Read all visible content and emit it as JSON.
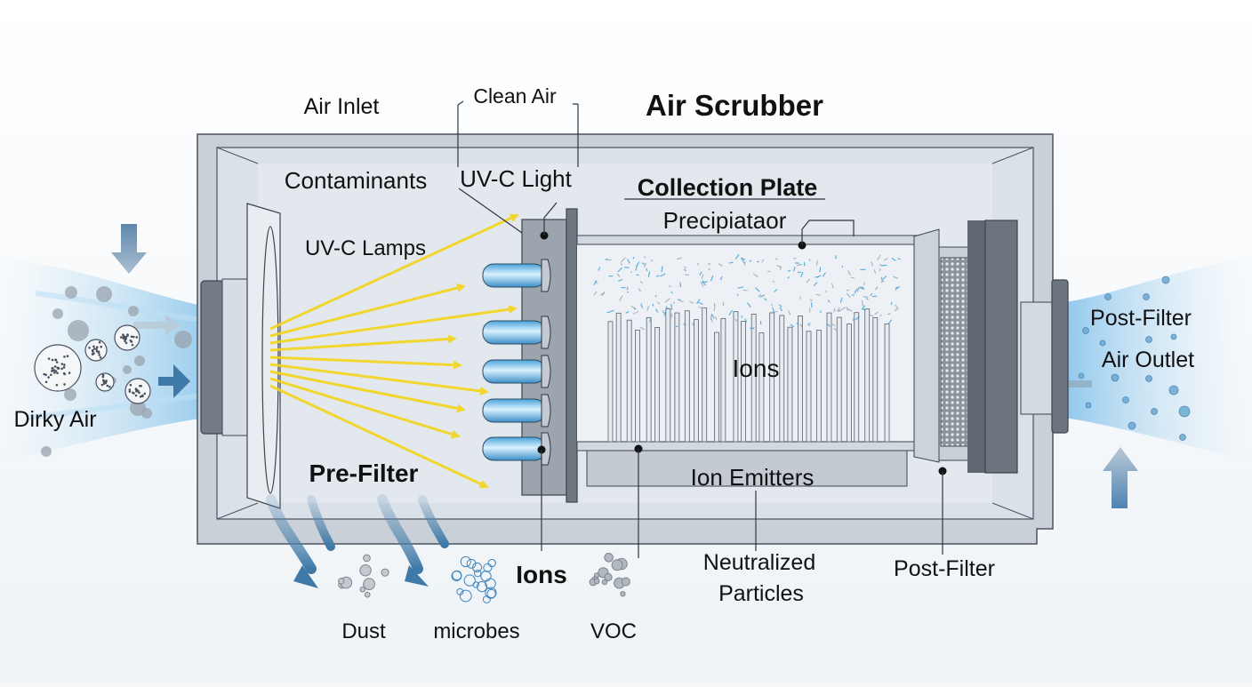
{
  "title": "Air Scrubber",
  "labels": {
    "air_inlet": "Air Inlet",
    "clean_air": "Clean Air",
    "contaminants": "Contaminants",
    "uvc_light": "UV-C Light",
    "collection_plate": "Collection Plate",
    "precipitator": "Precipiataor",
    "uvc_lamps": "UV-C Lamps",
    "pre_filter": "Pre-Filter",
    "ions_center": "Ions",
    "ion_emitters": "Ion Emitters",
    "post_filter_right": "Post-Filter",
    "air_outlet": "Air Outlet",
    "dirty_air": "Dirky Air",
    "neutralized_line1": "Neutralized",
    "neutralized_line2": "Particles",
    "post_filter_bottom": "Post-Filter"
  },
  "contaminant_types": [
    {
      "label": "Dust"
    },
    {
      "label": "microbes"
    },
    {
      "label": "Ions"
    },
    {
      "label": "VOC"
    }
  ],
  "colors": {
    "housing": "#c9d0d8",
    "housing_inner": "#dde3ea",
    "dark_panel": "#7b838d",
    "uv_ray": "#f3d51b",
    "lamp": "#6fbde6",
    "airflow": "#5b8db4",
    "particle": "#9aa3ad"
  },
  "counts": {
    "uv_rays": 10,
    "uv_lamps": 5,
    "ion_rods": 30
  }
}
